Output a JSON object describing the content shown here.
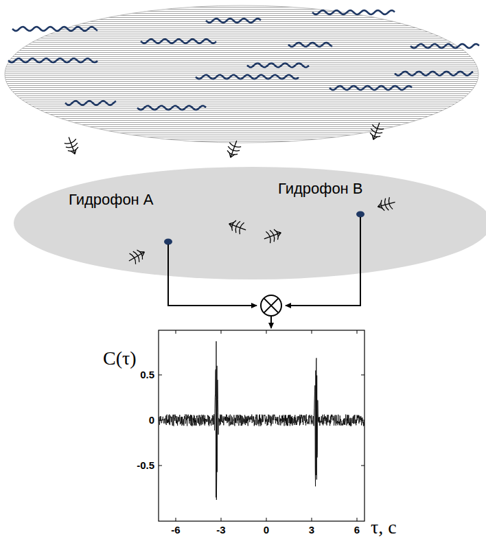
{
  "diagram": {
    "labels": [
      "Гидрофон А",
      "Гидрофон B",
      "C(τ)",
      "0.5",
      "0",
      "-0.5",
      "-6",
      "-3",
      "0",
      "3",
      "6",
      "τ, c"
    ]
  }
}
